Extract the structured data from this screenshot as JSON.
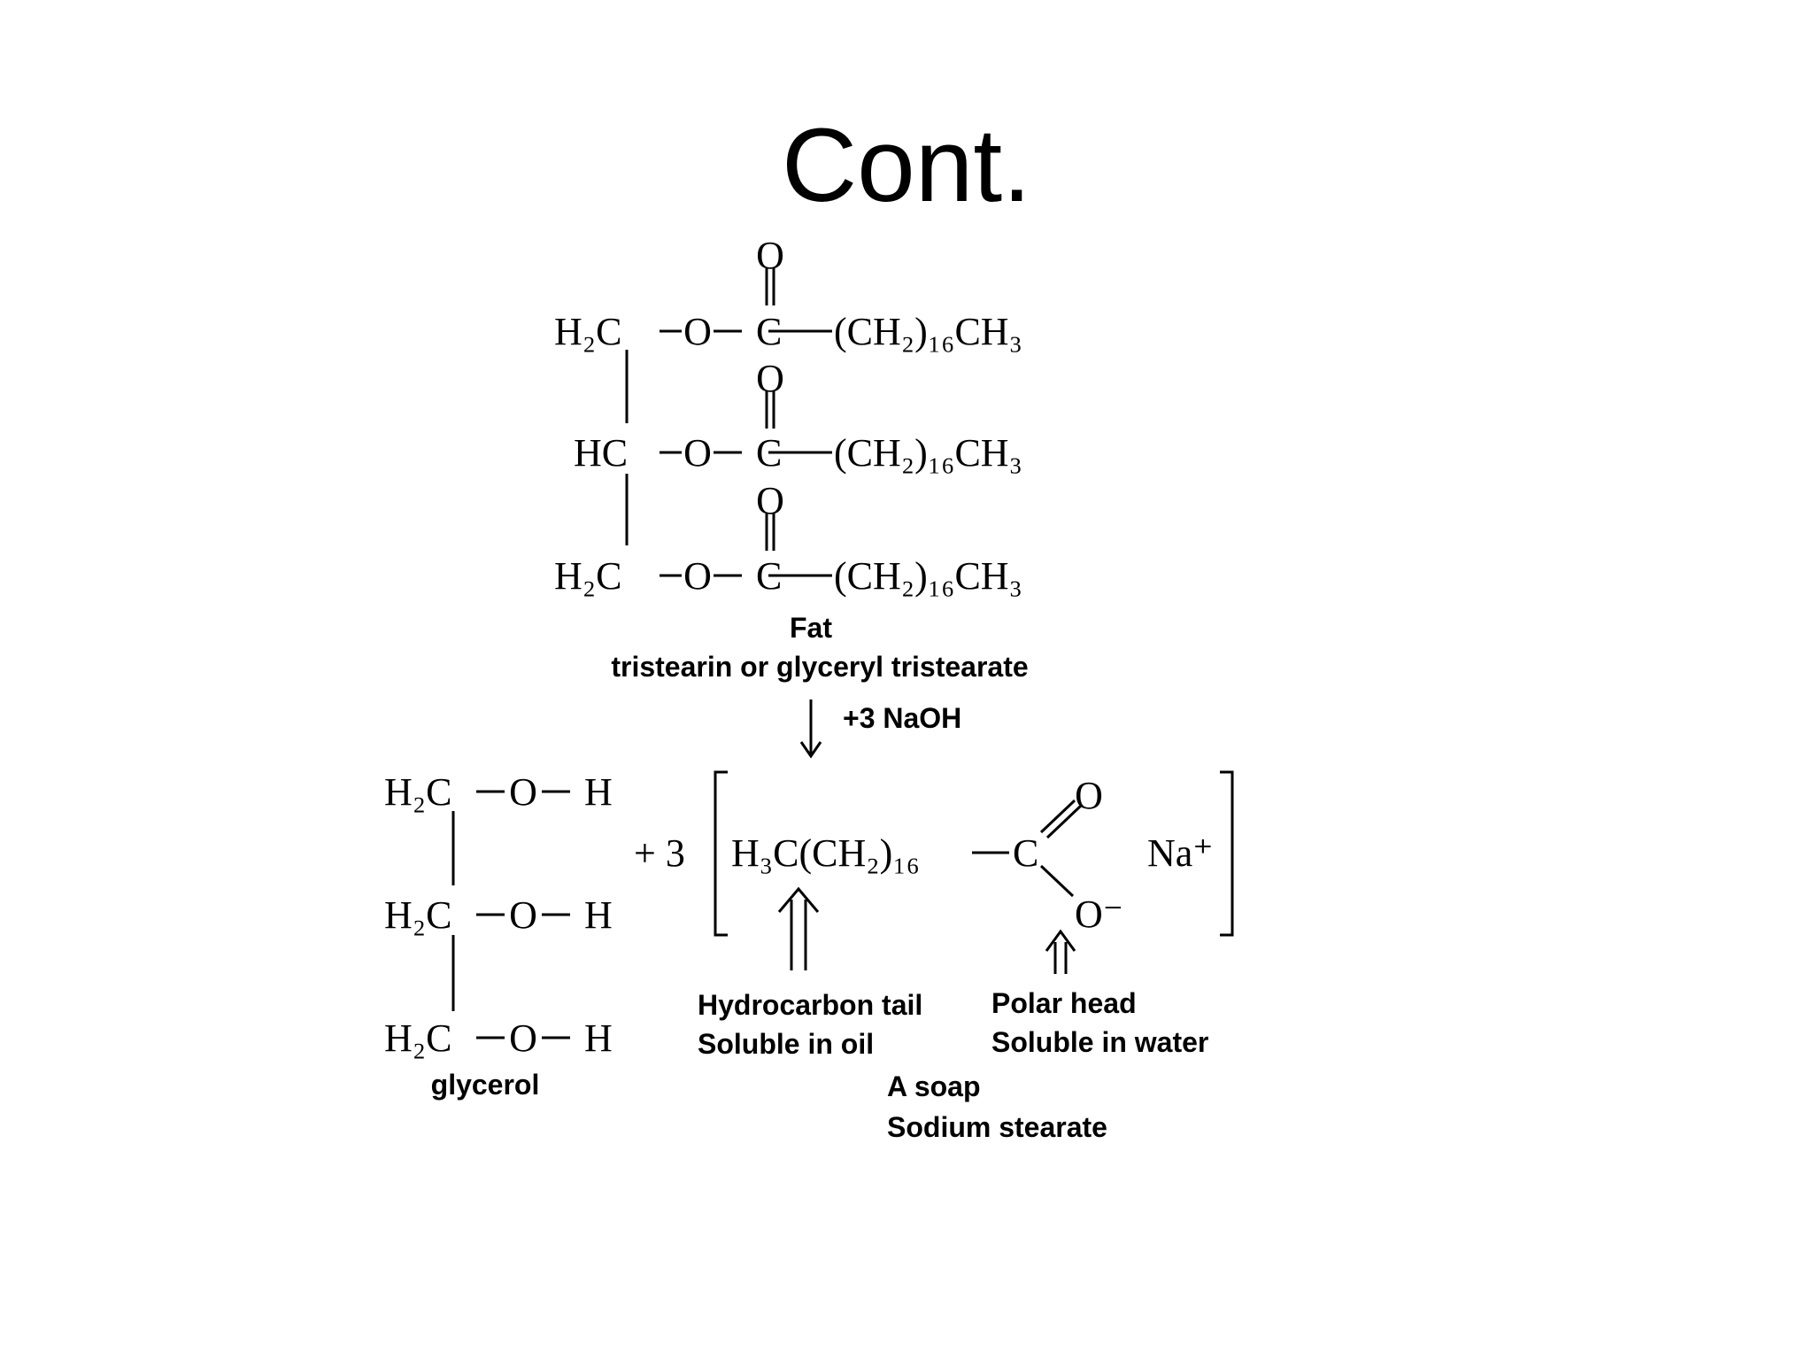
{
  "slide": {
    "title": "Cont."
  },
  "fat": {
    "rows": [
      {
        "left": "H₂C",
        "o": "O",
        "c": "C",
        "chain": "(CH₂)₁₆CH₃",
        "carbonyl_o": "O"
      },
      {
        "left": "HC",
        "o": "O",
        "c": "C",
        "chain": "(CH₂)₁₆CH₃",
        "carbonyl_o": "O"
      },
      {
        "left": "H₂C",
        "o": "O",
        "c": "C",
        "chain": "(CH₂)₁₆CH₃",
        "carbonyl_o": "O"
      }
    ],
    "name": "Fat",
    "subname": "tristearin or glyceryl tristearate"
  },
  "reaction": {
    "reagent": "+3 NaOH"
  },
  "glycerol": {
    "rows": [
      {
        "left": "H₂C",
        "o": "O",
        "h": "H"
      },
      {
        "left": "H₂C",
        "o": "O",
        "h": "H"
      },
      {
        "left": "H₂C",
        "o": "O",
        "h": "H"
      }
    ],
    "label": "glycerol"
  },
  "soap": {
    "coefficient": "+ 3",
    "formula": "H₃C(CH₂)₁₆",
    "carbon": "C",
    "double_o": "O",
    "single_o": "O⁻",
    "cation": "Na⁺",
    "tail_label_1": "Hydrocarbon tail",
    "tail_label_2": "Soluble in oil",
    "head_label_1": "Polar head",
    "head_label_2": "Soluble in water",
    "name_1": "A soap",
    "name_2": "Sodium stearate"
  }
}
